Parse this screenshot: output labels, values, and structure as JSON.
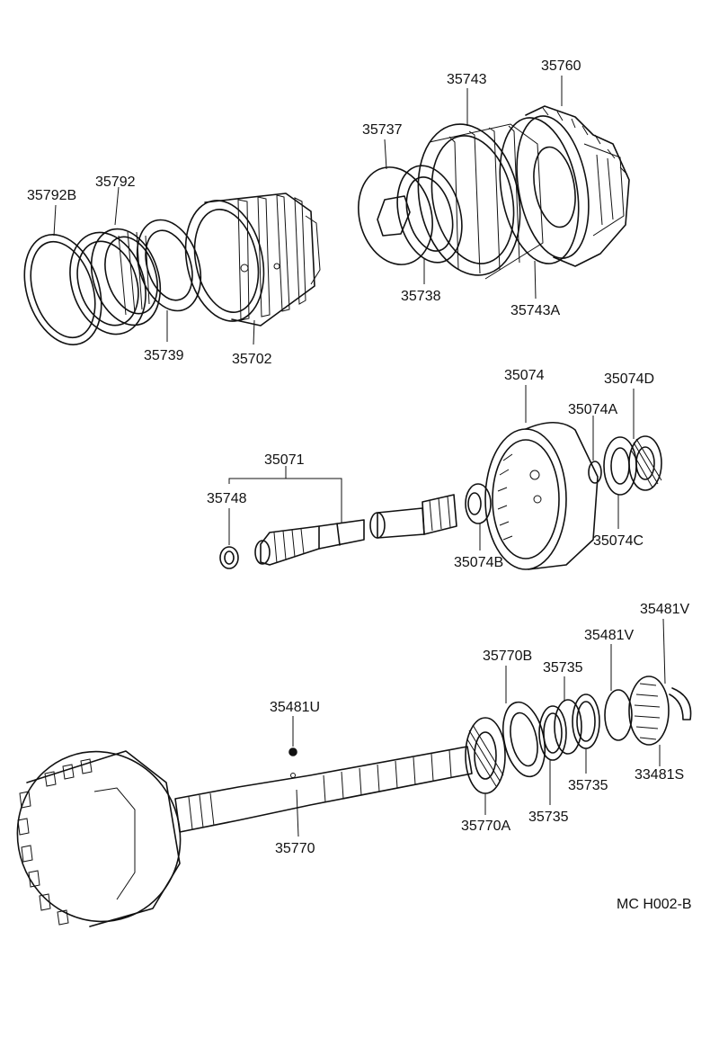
{
  "diagram": {
    "labels": {
      "l35792B": "35792B",
      "l35792": "35792",
      "l35739": "35739",
      "l35702": "35702",
      "l35737": "35737",
      "l35743": "35743",
      "l35760": "35760",
      "l35738": "35738",
      "l35743A": "35743A",
      "l35074": "35074",
      "l35074D": "35074D",
      "l35074A": "35074A",
      "l35071": "35071",
      "l35748": "35748",
      "l35074B": "35074B",
      "l35074C": "35074C",
      "l35481V_top": "35481V",
      "l35481V": "35481V",
      "l35770B": "35770B",
      "l35735_top": "35735",
      "l35481U": "35481U",
      "l35735_mid": "35735",
      "l33481S": "33481S",
      "l35735_low": "35735",
      "l35770A": "35770A",
      "l35770": "35770"
    },
    "figure_code": "MC H002-B"
  }
}
